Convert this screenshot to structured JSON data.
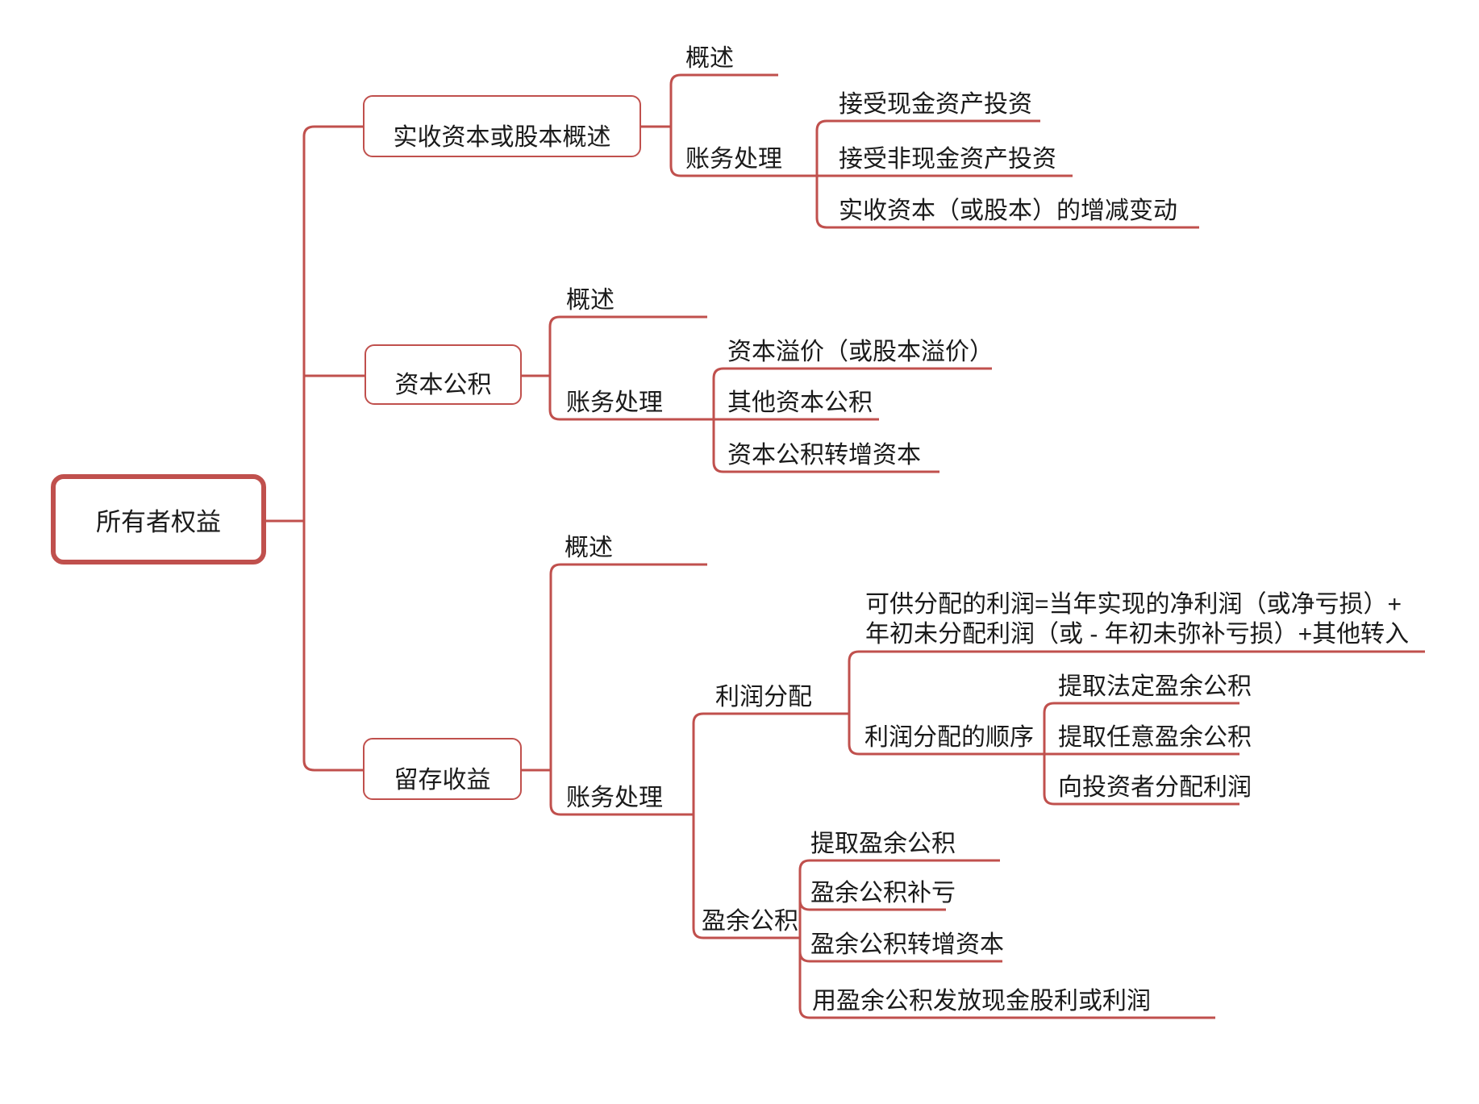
{
  "colors": {
    "line": "#c0504d",
    "root_border": "#c0504d",
    "text": "#1a1a1a",
    "background": "#ffffff"
  },
  "mindmap": {
    "root": {
      "label": "所有者权益"
    },
    "branches": [
      {
        "label": "实收资本或股本概述",
        "children": [
          {
            "label": "概述"
          },
          {
            "label": "账务处理",
            "children": [
              {
                "label": "接受现金资产投资"
              },
              {
                "label": "接受非现金资产投资"
              },
              {
                "label": "实收资本（或股本）的增减变动"
              }
            ]
          }
        ]
      },
      {
        "label": "资本公积",
        "children": [
          {
            "label": "概述"
          },
          {
            "label": "账务处理",
            "children": [
              {
                "label": "资本溢价（或股本溢价）"
              },
              {
                "label": "其他资本公积"
              },
              {
                "label": "资本公积转增资本"
              }
            ]
          }
        ]
      },
      {
        "label": "留存收益",
        "children": [
          {
            "label": "概述"
          },
          {
            "label": "账务处理",
            "children": [
              {
                "label": "利润分配",
                "children": [
                  {
                    "label_line1": "可供分配的利润=当年实现的净利润（或净亏损）+",
                    "label_line2": "年初未分配利润（或 - 年初未弥补亏损）+其他转入"
                  },
                  {
                    "label": "利润分配的顺序",
                    "children": [
                      {
                        "label": "提取法定盈余公积"
                      },
                      {
                        "label": "提取任意盈余公积"
                      },
                      {
                        "label": "向投资者分配利润"
                      }
                    ]
                  }
                ]
              },
              {
                "label": "盈余公积",
                "children": [
                  {
                    "label": "提取盈余公积"
                  },
                  {
                    "label": "盈余公积补亏"
                  },
                  {
                    "label": "盈余公积转增资本"
                  },
                  {
                    "label": "用盈余公积发放现金股利或利润"
                  }
                ]
              }
            ]
          }
        ]
      }
    ]
  }
}
